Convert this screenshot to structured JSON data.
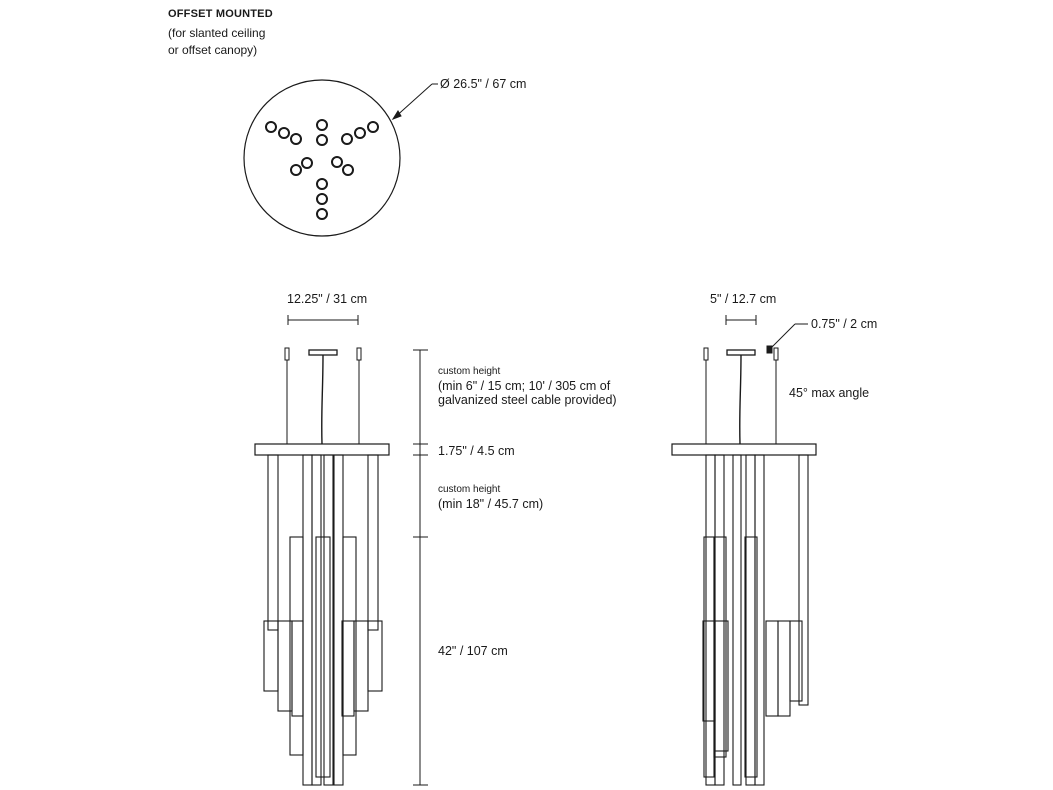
{
  "header": {
    "title": "OFFSET MOUNTED",
    "subtitle_line1": "(for slanted ceiling",
    "subtitle_line2": "or offset canopy)"
  },
  "plan_view": {
    "diameter_label": "Ø 26.5\" / 67 cm"
  },
  "front_view": {
    "width_label": "12.25\" / 31 cm",
    "cable_height_label": "custom height",
    "cable_height_note_1": "(min 6\" / 15 cm; 10' / 305 cm of",
    "cable_height_note_2": "galvanized steel cable provided)",
    "disc_thickness_label": "1.75\" / 4.5 cm",
    "upper_height_label": "custom height",
    "upper_height_note": "(min 18\" / 45.7 cm)",
    "body_height_label": "42\" / 107 cm"
  },
  "side_view": {
    "canopy_width_label": "5\" / 12.7 cm",
    "canopy_offset_label": "0.75\" / 2  cm",
    "angle_label": "45° max angle"
  }
}
